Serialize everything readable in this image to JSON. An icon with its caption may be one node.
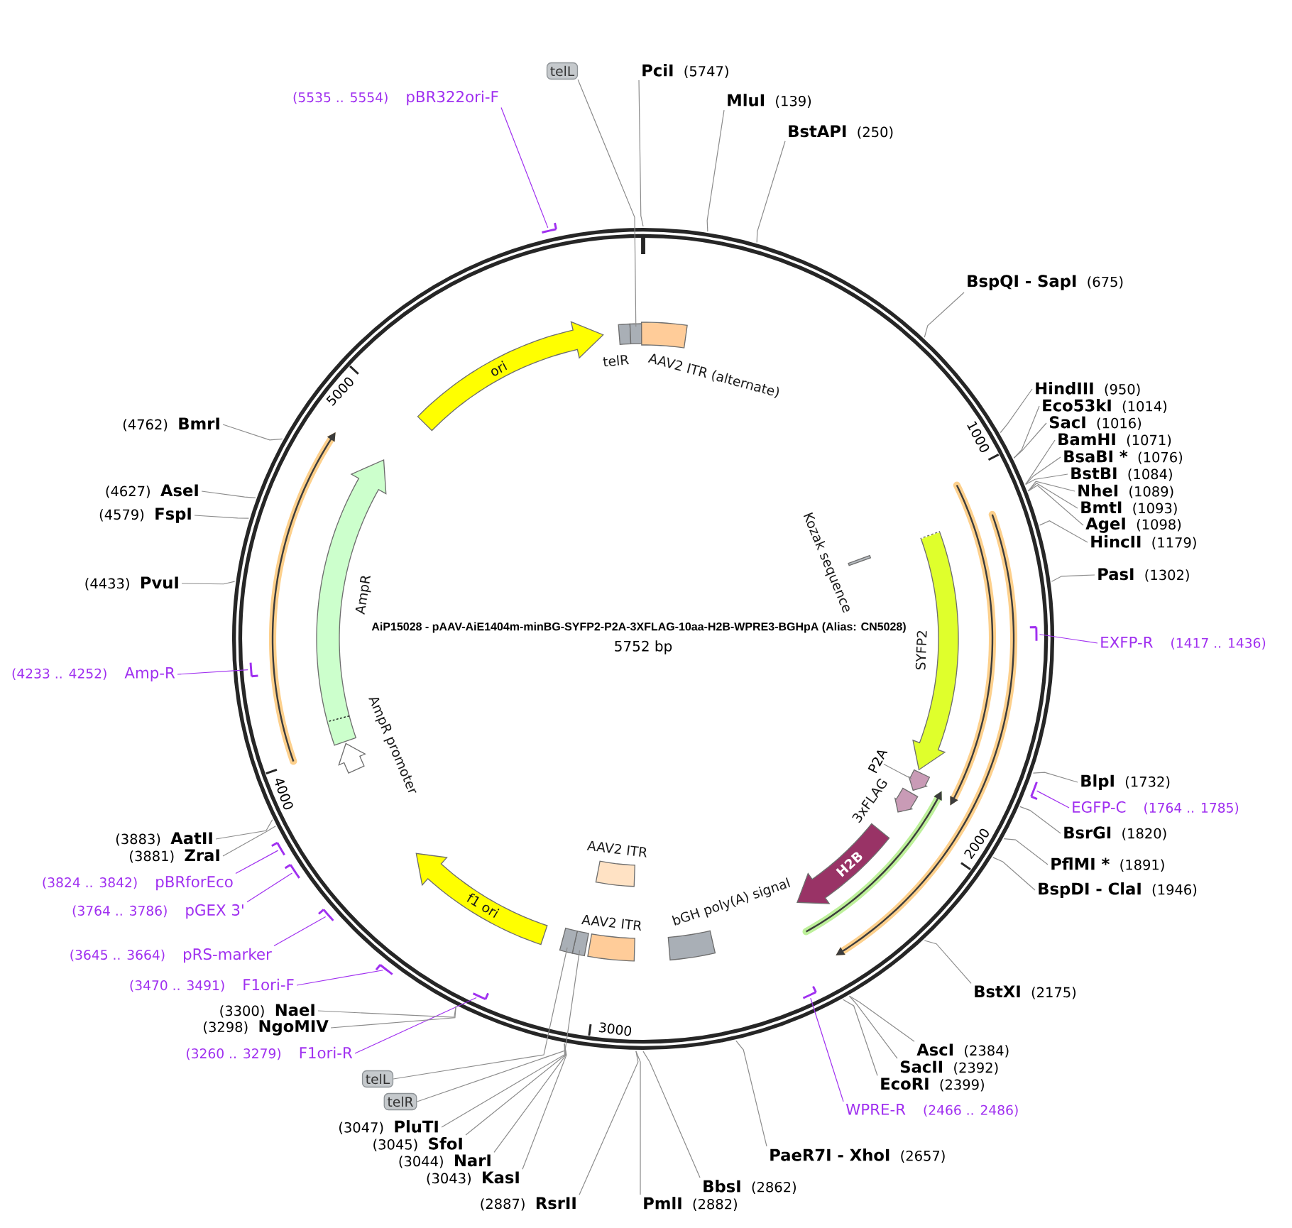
{
  "diagram": {
    "title": "AiP15028 - pAAV-AiE1404m-minBG-SYFP2-P2A-3XFLAG-10aa-H2B-WPRE3-BGHpA (Alias: CN5028)",
    "nodes": [
      {
        "text": [],
        "shape": "circle"
      },
      {
        "text": [
          "telR"
        ],
        "in": 0
      },
      {
        "text": [],
        "shape": "box",
        "in": 0
      },
      {
        "text": [
          "AAV2 ITR (alternate)"
        ],
        "in": 0
      },
      {
        "text": [
          "Kozak sequence"
        ],
        "in": 0
      },
      {
        "text": [
          "SYFP2"
        ],
        "in": 0
      },
      {
        "text": [],
        "shape": "arrow",
        "in": 0
      },
      {
        "text": [
          "P2A"
        ],
        "in": 0
      },
      {
        "text": [
          "3xFLAG"
        ],
        "in": 0
      },
      {
        "text": [
          "H2B"
        ],
        "in": 0
      },
      {
        "text": [
          "bGH poly(A) signal"
        ],
        "in": 0
      },
      {
        "text": [
          "AAV2 ITR"
        ],
        "in": 0
      },
      {
        "text": [
          "AAV2 ITR"
        ],
        "in": 0
      },
      {
        "text": [],
        "shape": "box",
        "in": 0
      },
      {
        "text": [],
        "shape": "box",
        "in": 0
      },
      {
        "text": [
          "f1 ori"
        ],
        "in": 0
      },
      {
        "text": [
          "AmpR promoter"
        ],
        "in": 0
      },
      {
        "text": [
          "AmpR"
        ],
        "in": 0
      },
      {
        "text": [
          "ori"
        ],
        "in": 0
      },
      {
        "text": [
          "telL"
        ]
      },
      {
        "text": [
          "PciI",
          "(5747)"
        ]
      },
      {
        "text": [
          "MluI",
          "(139)"
        ]
      },
      {
        "text": [
          "BstAPI",
          "(250)"
        ]
      },
      {
        "text": [
          "BspQI - SapI",
          "(675)"
        ]
      },
      {
        "text": [
          "HindIII",
          "(950)"
        ]
      },
      {
        "text": [
          "Eco53kI",
          "(1014)"
        ]
      },
      {
        "text": [
          "SacI",
          "(1016)"
        ]
      },
      {
        "text": [
          "BamHI",
          "(1071)"
        ]
      },
      {
        "text": [
          "BsaBI *",
          "(1076)"
        ]
      },
      {
        "text": [
          "BstBI",
          "(1084)"
        ]
      },
      {
        "text": [
          "NheI",
          "(1089)"
        ]
      },
      {
        "text": [
          "BmtI",
          "(1093)"
        ]
      },
      {
        "text": [
          "AgeI",
          "(1098)"
        ]
      },
      {
        "text": [
          "HincII",
          "(1179)"
        ]
      },
      {
        "text": [
          "PasI",
          "(1302)"
        ]
      },
      {
        "text": [
          "EXFP-R",
          "(1417 .. 1436)"
        ]
      },
      {
        "text": [],
        "shape": "bar",
        "in": 0
      },
      {
        "text": [
          "BlpI",
          "(1732)"
        ]
      },
      {
        "text": [
          "EGFP-C",
          "(1764 .. 1785)"
        ]
      },
      {
        "text": [],
        "shape": "bar"
      },
      {
        "text": [
          "BsrGI",
          "(1820)"
        ]
      },
      {
        "text": [
          "PflMI *",
          "(1891)"
        ]
      },
      {
        "text": [
          "BspDI - ClaI",
          "(1946)"
        ]
      },
      {
        "text": [
          "BstXI",
          "(2175)"
        ]
      },
      {
        "text": [
          "AscI",
          "(2384)"
        ]
      },
      {
        "text": [
          "SacII",
          "(2392)"
        ]
      },
      {
        "text": [
          "EcoRI",
          "(2399)"
        ]
      },
      {
        "text": [
          "WPRE-R",
          "(2466 .. 2486)"
        ]
      },
      {
        "text": [],
        "shape": "bar",
        "in": 0
      },
      {
        "text": [
          "PaeR7I - XhoI",
          "(2657)"
        ]
      },
      {
        "text": [
          "BbsI",
          "(2862)"
        ]
      },
      {
        "text": [
          "PmlI",
          "(2882)"
        ]
      },
      {
        "text": [
          "(2887)",
          "RsrII"
        ]
      },
      {
        "text": [
          "(3043)",
          "KasI"
        ]
      },
      {
        "text": [
          "(3044)",
          "NarI"
        ]
      },
      {
        "text": [
          "(3045)",
          "SfoI"
        ]
      },
      {
        "text": [
          "(3047)",
          "PluTI"
        ]
      },
      {
        "text": [
          "telR"
        ]
      },
      {
        "text": [
          "telL"
        ]
      },
      {
        "text": [
          "(3260 .. 3279)",
          "F1ori-R"
        ]
      },
      {
        "text": [],
        "shape": "bar",
        "in": 0
      },
      {
        "text": [
          "(3298)",
          "NgoMIV"
        ]
      },
      {
        "text": [
          "(3300)",
          "NaeI"
        ]
      },
      {
        "text": [
          "(3470 .. 3491)",
          "F1ori-F"
        ]
      },
      {
        "text": [],
        "shape": "bar"
      },
      {
        "text": [
          "(3645 .. 3664)",
          "pRS-marker"
        ]
      },
      {
        "text": [],
        "shape": "bar"
      },
      {
        "text": [
          "(3764 .. 3786)",
          "pGEX 3'"
        ]
      },
      {
        "text": [],
        "shape": "bar"
      },
      {
        "text": [
          "(3824 .. 3842)",
          "pBRforEco"
        ]
      },
      {
        "text": [],
        "shape": "bar"
      },
      {
        "text": [
          "(3881)",
          "ZraI"
        ]
      },
      {
        "text": [
          "(3883)",
          "AatII"
        ]
      },
      {
        "text": [
          "(4233 .. 4252)",
          "Amp-R"
        ]
      },
      {
        "text": [],
        "shape": "bar",
        "in": 0
      },
      {
        "text": [
          "(4433)",
          "PvuI"
        ]
      },
      {
        "text": [
          "(4579)",
          "FspI"
        ]
      },
      {
        "text": [
          "(4627)",
          "AseI"
        ]
      },
      {
        "text": [
          "(4762)",
          "BmrI"
        ]
      },
      {
        "text": [
          "(5535 .. 5554)",
          "pBR322ori-F"
        ]
      },
      {
        "text": [],
        "shape": "bar"
      }
    ],
    "edges": [
      {
        "from": 7,
        "to": 6,
        "arrow": "none"
      },
      {
        "from": 19,
        "to": 2,
        "arrow": "none"
      },
      {
        "from": 20,
        "to": 0,
        "arrow": "none"
      },
      {
        "from": 21,
        "to": 0,
        "arrow": "none"
      },
      {
        "from": 22,
        "to": 0,
        "arrow": "none"
      },
      {
        "from": 23,
        "to": 0,
        "arrow": "none"
      },
      {
        "from": 24,
        "to": 0,
        "arrow": "none"
      },
      {
        "from": 25,
        "to": 0,
        "arrow": "none"
      },
      {
        "from": 26,
        "to": 0,
        "arrow": "none"
      },
      {
        "from": 27,
        "to": 0,
        "arrow": "none"
      },
      {
        "from": 28,
        "to": 0,
        "arrow": "none"
      },
      {
        "from": 29,
        "to": 0,
        "arrow": "none"
      },
      {
        "from": 30,
        "to": 0,
        "arrow": "none"
      },
      {
        "from": 31,
        "to": 0,
        "arrow": "none"
      },
      {
        "from": 32,
        "to": 0,
        "arrow": "none"
      },
      {
        "from": 33,
        "to": 0,
        "arrow": "none"
      },
      {
        "from": 34,
        "to": 0,
        "arrow": "none"
      },
      {
        "from": 35,
        "to": 36,
        "arrow": "none",
        "color": "#a030f0"
      },
      {
        "from": 37,
        "to": 0,
        "arrow": "none"
      },
      {
        "from": 38,
        "to": 39,
        "arrow": "none",
        "color": "#a030f0"
      },
      {
        "from": 40,
        "to": 0,
        "arrow": "none"
      },
      {
        "from": 41,
        "to": 0,
        "arrow": "none"
      },
      {
        "from": 42,
        "to": 0,
        "arrow": "none"
      },
      {
        "from": 43,
        "to": 0,
        "arrow": "none"
      },
      {
        "from": 44,
        "to": 0,
        "arrow": "none"
      },
      {
        "from": 45,
        "to": 0,
        "arrow": "none"
      },
      {
        "from": 46,
        "to": 0,
        "arrow": "none"
      },
      {
        "from": 47,
        "to": 48,
        "arrow": "none",
        "color": "#a030f0"
      },
      {
        "from": 49,
        "to": 0,
        "arrow": "none"
      },
      {
        "from": 50,
        "to": 0,
        "arrow": "none"
      },
      {
        "from": 51,
        "to": 0,
        "arrow": "none"
      },
      {
        "from": 52,
        "to": 0,
        "arrow": "none"
      },
      {
        "from": 53,
        "to": 0,
        "arrow": "none"
      },
      {
        "from": 54,
        "to": 0,
        "arrow": "none"
      },
      {
        "from": 55,
        "to": 0,
        "arrow": "none"
      },
      {
        "from": 56,
        "to": 0,
        "arrow": "none"
      },
      {
        "from": 57,
        "to": 13,
        "arrow": "none"
      },
      {
        "from": 58,
        "to": 14,
        "arrow": "none"
      },
      {
        "from": 59,
        "to": 60,
        "arrow": "none",
        "color": "#a030f0"
      },
      {
        "from": 61,
        "to": 0,
        "arrow": "none"
      },
      {
        "from": 62,
        "to": 0,
        "arrow": "none"
      },
      {
        "from": 63,
        "to": 64,
        "arrow": "none",
        "color": "#a030f0"
      },
      {
        "from": 65,
        "to": 66,
        "arrow": "none",
        "color": "#a030f0"
      },
      {
        "from": 67,
        "to": 68,
        "arrow": "none",
        "color": "#a030f0"
      },
      {
        "from": 69,
        "to": 70,
        "arrow": "none",
        "color": "#a030f0"
      },
      {
        "from": 71,
        "to": 0,
        "arrow": "none"
      },
      {
        "from": 72,
        "to": 0,
        "arrow": "none"
      },
      {
        "from": 73,
        "to": 74,
        "arrow": "none",
        "color": "#a030f0"
      },
      {
        "from": 75,
        "to": 0,
        "arrow": "none"
      },
      {
        "from": 76,
        "to": 0,
        "arrow": "none"
      },
      {
        "from": 77,
        "to": 0,
        "arrow": "none"
      },
      {
        "from": 78,
        "to": 0,
        "arrow": "none"
      },
      {
        "from": 79,
        "to": 80,
        "arrow": "none",
        "color": "#a030f0"
      }
    ],
    "labels": [
      "5752 bp",
      "1000",
      "2000",
      "3000",
      "4000",
      "5000"
    ]
  }
}
